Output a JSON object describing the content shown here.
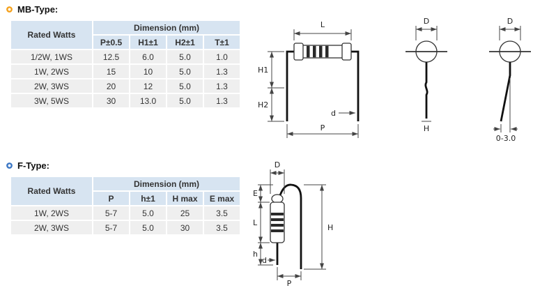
{
  "mb": {
    "title": "MB-Type:",
    "bullet_color": "#f5a11c",
    "table": {
      "rated_watts": "Rated Watts",
      "dimension": "Dimension (mm)",
      "cols": [
        "P±0.5",
        "H1±1",
        "H2±1",
        "T±1"
      ],
      "rows": [
        {
          "watts": "1/2W, 1WS",
          "v": [
            "12.5",
            "6.0",
            "5.0",
            "1.0"
          ]
        },
        {
          "watts": "1W, 2WS",
          "v": [
            "15",
            "10",
            "5.0",
            "1.3"
          ]
        },
        {
          "watts": "2W, 3WS",
          "v": [
            "20",
            "12",
            "5.0",
            "1.3"
          ]
        },
        {
          "watts": "3W, 5WS",
          "v": [
            "30",
            "13.0",
            "5.0",
            "1.3"
          ]
        }
      ]
    },
    "front_view": {
      "L": "L",
      "H1": "H1",
      "H2": "H2",
      "P": "P",
      "d": "d"
    },
    "straight_view": {
      "D": "D",
      "H": "H"
    },
    "bent_view": {
      "D": "D",
      "offset": "0-3.0"
    }
  },
  "f": {
    "title": "F-Type:",
    "bullet_color": "#3a76c4",
    "table": {
      "rated_watts": "Rated Watts",
      "dimension": "Dimension (mm)",
      "cols": [
        "P",
        "h±1",
        "H max",
        "E max"
      ],
      "rows": [
        {
          "watts": "1W, 2WS",
          "v": [
            "5-7",
            "5.0",
            "25",
            "3.5"
          ]
        },
        {
          "watts": "2W, 3WS",
          "v": [
            "5-7",
            "5.0",
            "30",
            "3.5"
          ]
        }
      ]
    },
    "view": {
      "D": "D",
      "E": "E",
      "L": "L",
      "h": "h",
      "d": "d",
      "P": "P",
      "H": "H"
    }
  }
}
